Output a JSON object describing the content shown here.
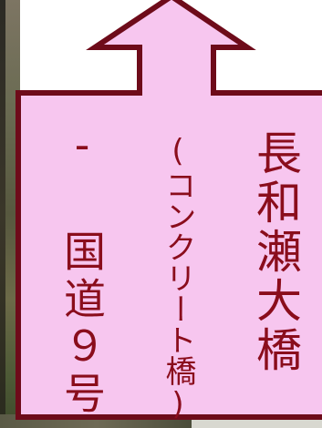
{
  "sign": {
    "fill_color": "#f7c6ef",
    "border_color": "#6e0b1a",
    "text_color": "#8a0d1c",
    "arrow_direction": "up",
    "lines": {
      "name": "長和瀬大橋",
      "type": "(コンクリート橋)",
      "route": "- 国道９号 -"
    }
  }
}
